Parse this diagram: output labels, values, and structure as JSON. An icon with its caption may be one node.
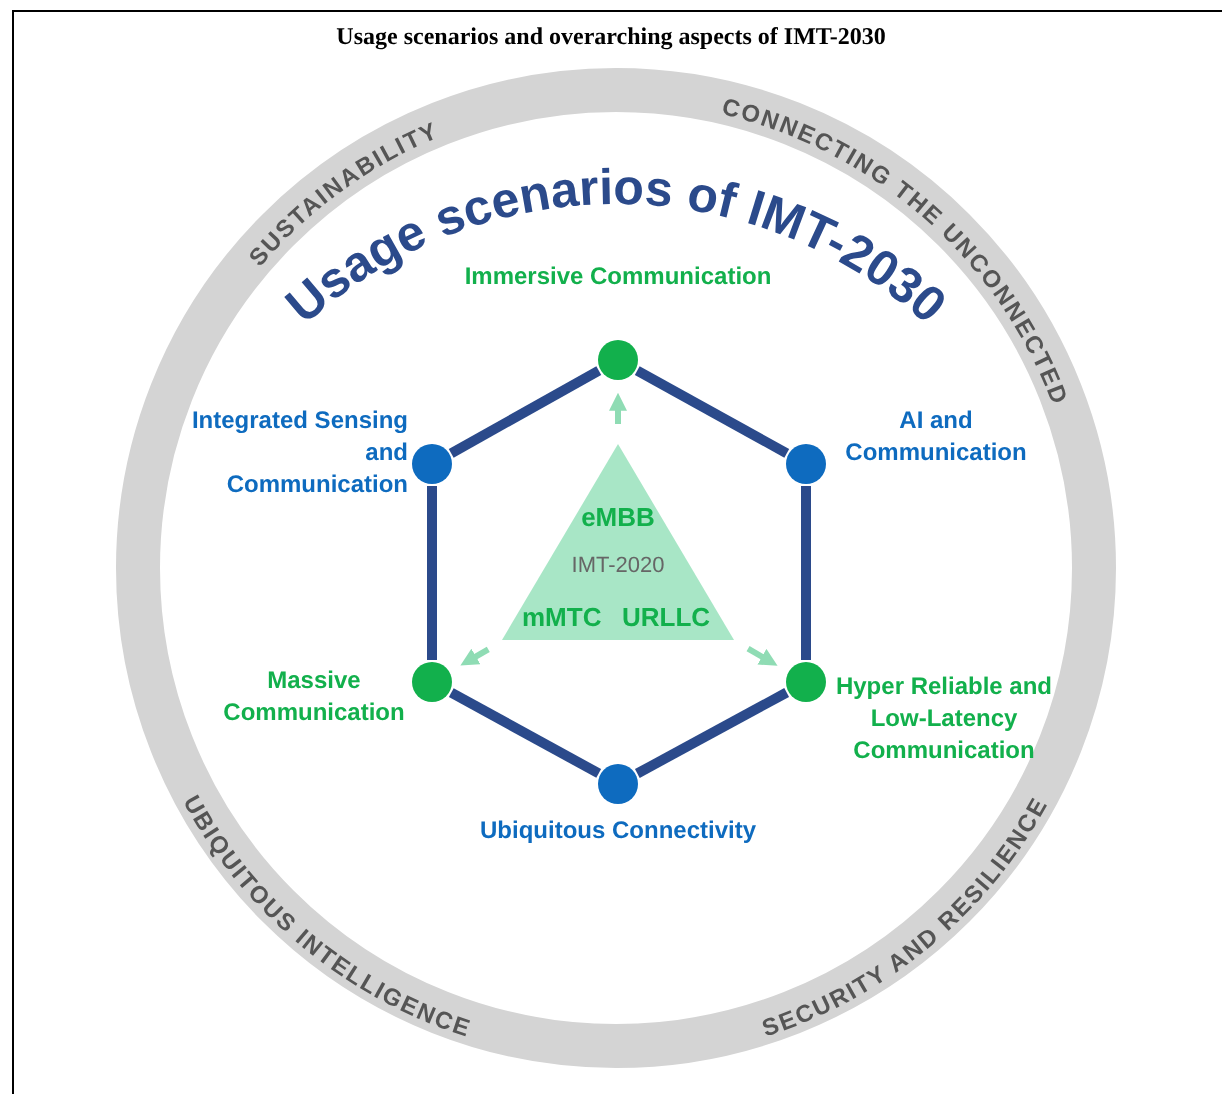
{
  "diagram": {
    "title": "Usage scenarios and overarching aspects of IMT-2030",
    "nodes": [
      {
        "text": [
          "Immersive Communication"
        ]
      },
      {
        "text": [
          "Integrated Sensing and Communication"
        ]
      },
      {
        "text": [
          "AI and Communication"
        ]
      },
      {
        "text": [
          "eMBB",
          "IMT-2020",
          "mMTC",
          "URLLC"
        ]
      },
      {
        "text": [
          "Massive Communication"
        ]
      },
      {
        "text": [
          "Hyper Reliable and Low-Latency Communication"
        ]
      },
      {
        "text": [
          "Ubiquitous Connectivity"
        ]
      }
    ],
    "edges": [
      {
        "from": 0,
        "to": 2,
        "arrow": "none"
      },
      {
        "from": 2,
        "to": 5,
        "arrow": "none"
      },
      {
        "from": 5,
        "to": 6,
        "arrow": "none"
      },
      {
        "from": 6,
        "to": 4,
        "arrow": "none"
      },
      {
        "from": 4,
        "to": 1,
        "arrow": "none"
      },
      {
        "from": 1,
        "to": 0,
        "arrow": "none"
      },
      {
        "from": 3,
        "to": 0,
        "arrow": "to",
        "color": "#8fdcb4"
      },
      {
        "from": 3,
        "to": 4,
        "arrow": "to",
        "color": "#8fdcb4"
      },
      {
        "from": 3,
        "to": 5,
        "arrow": "to",
        "color": "#8fdcb4"
      }
    ],
    "labels": [
      "Usage scenarios of IMT-2030",
      "SUSTAINABILITY",
      "CONNECTING THE UNCONNECTED",
      "UBIQUITOUS INTELLIGENCE",
      "SECURITY AND RESILIENCE"
    ]
  }
}
